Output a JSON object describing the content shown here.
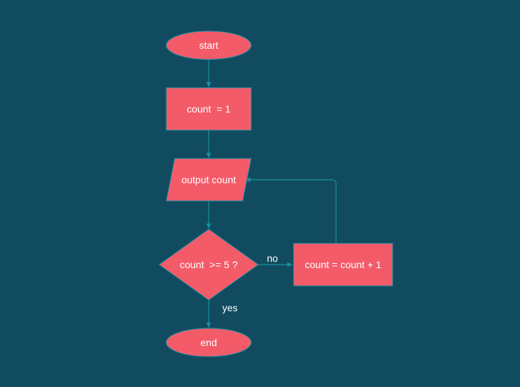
{
  "colors": {
    "background": "#114b5f",
    "node_fill": "#f45b69",
    "edge": "#1a8fa3",
    "text": "#ffffff"
  },
  "nodes": {
    "start": "start",
    "init": "count  = 1",
    "output": "output count",
    "decision": "count  >= 5 ?",
    "increment": "count = count + 1",
    "end": "end"
  },
  "edges": {
    "no_label": "no",
    "yes_label": "yes"
  }
}
